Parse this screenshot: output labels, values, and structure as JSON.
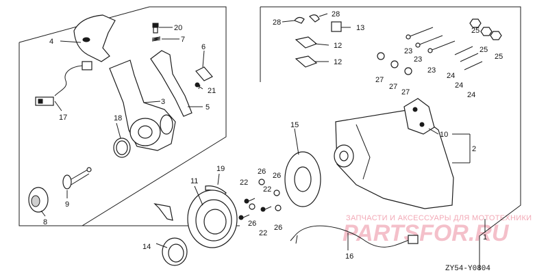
{
  "diagram_code": "ZY54-Y0804",
  "watermark": {
    "line1": "ЗАПЧАСТИ И АКСЕССУАРЫ ДЛЯ МОТОТЕХНИКИ",
    "line2": "PARTSFOR.RU"
  },
  "callouts": [
    {
      "id": "c1",
      "text": "1"
    },
    {
      "id": "c2",
      "text": "2"
    },
    {
      "id": "c3",
      "text": "3"
    },
    {
      "id": "c4",
      "text": "4"
    },
    {
      "id": "c5",
      "text": "5"
    },
    {
      "id": "c6",
      "text": "6"
    },
    {
      "id": "c7",
      "text": "7"
    },
    {
      "id": "c8",
      "text": "8"
    },
    {
      "id": "c9",
      "text": "9"
    },
    {
      "id": "c10",
      "text": "10"
    },
    {
      "id": "c11",
      "text": "11"
    },
    {
      "id": "c12a",
      "text": "12"
    },
    {
      "id": "c12b",
      "text": "12"
    },
    {
      "id": "c13",
      "text": "13"
    },
    {
      "id": "c14",
      "text": "14"
    },
    {
      "id": "c15",
      "text": "15"
    },
    {
      "id": "c16",
      "text": "16"
    },
    {
      "id": "c17",
      "text": "17"
    },
    {
      "id": "c18",
      "text": "18"
    },
    {
      "id": "c19",
      "text": "19"
    },
    {
      "id": "c20",
      "text": "20"
    },
    {
      "id": "c21",
      "text": "21"
    },
    {
      "id": "c22a",
      "text": "22"
    },
    {
      "id": "c22b",
      "text": "22"
    },
    {
      "id": "c22c",
      "text": "22"
    },
    {
      "id": "c23a",
      "text": "23"
    },
    {
      "id": "c23b",
      "text": "23"
    },
    {
      "id": "c23c",
      "text": "23"
    },
    {
      "id": "c24a",
      "text": "24"
    },
    {
      "id": "c24b",
      "text": "24"
    },
    {
      "id": "c24c",
      "text": "24"
    },
    {
      "id": "c25a",
      "text": "25"
    },
    {
      "id": "c25b",
      "text": "25"
    },
    {
      "id": "c25c",
      "text": "25"
    },
    {
      "id": "c26a",
      "text": "26"
    },
    {
      "id": "c26b",
      "text": "26"
    },
    {
      "id": "c26c",
      "text": "26"
    },
    {
      "id": "c26d",
      "text": "26"
    },
    {
      "id": "c27a",
      "text": "27"
    },
    {
      "id": "c27b",
      "text": "27"
    },
    {
      "id": "c27c",
      "text": "27"
    },
    {
      "id": "c28a",
      "text": "28"
    },
    {
      "id": "c28b",
      "text": "28"
    }
  ]
}
